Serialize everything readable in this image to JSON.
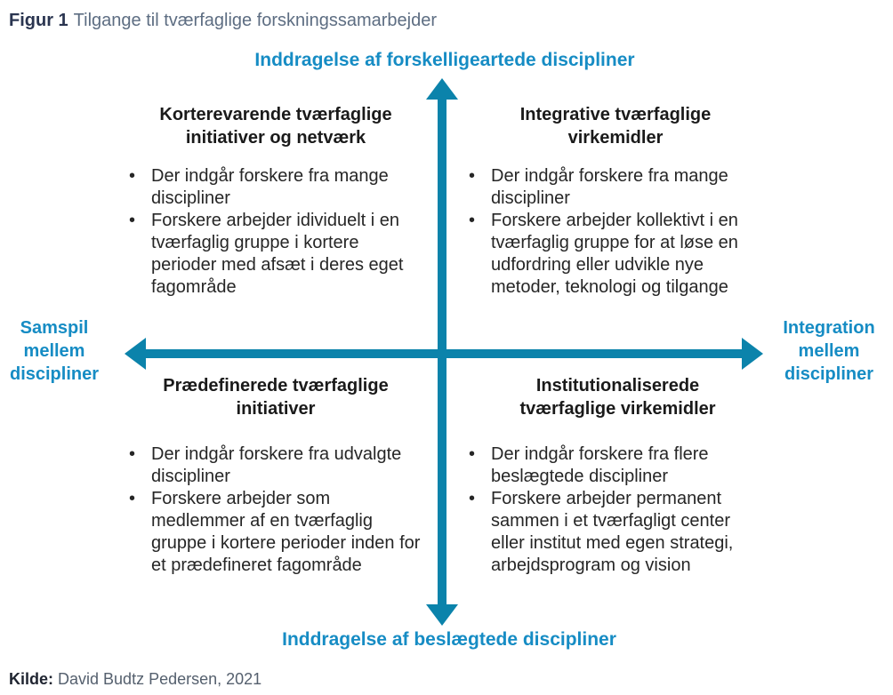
{
  "figure": {
    "label": "Figur 1",
    "title": "Tilgange til tværfaglige forskningssamarbejder"
  },
  "axes": {
    "top": "Inddragelse af forskelligeartede discipliner",
    "bottom": "Inddragelse af beslægtede discipliner",
    "left": [
      "Samspil",
      "mellem",
      "discipliner"
    ],
    "right": [
      "Integration",
      "mellem",
      "discipliner"
    ]
  },
  "quadrants": {
    "top_left": {
      "title_lines": [
        "Korterevarende tværfaglige",
        "initiativer og netværk"
      ],
      "bullets": [
        "Der indgår forskere fra mange discipliner",
        "Forskere arbejder idividuelt i en tværfaglig gruppe i kortere perioder med afsæt i deres eget fagområde"
      ]
    },
    "top_right": {
      "title_lines": [
        "Integrative tværfaglige",
        "virkemidler"
      ],
      "bullets": [
        "Der indgår forskere fra mange discipliner",
        "Forskere arbejder kollektivt i en tværfaglig gruppe for at løse en udfordring eller udvikle nye metoder, teknologi og tilgange"
      ]
    },
    "bottom_left": {
      "title_lines": [
        "Prædefinerede tværfaglige",
        "initiativer"
      ],
      "bullets": [
        "Der indgår forskere fra udvalgte discipliner",
        "Forskere arbejder som medlemmer af en tværfaglig gruppe i kortere perioder inden for et prædefineret fagområde"
      ]
    },
    "bottom_right": {
      "title_lines": [
        "Institutionaliserede",
        "tværfaglige virkemidler"
      ],
      "bullets": [
        "Der indgår forskere fra flere beslægtede discipliner",
        "Forskere arbejder permanent sammen i et tværfagligt center eller institut med egen strategi, arbejdsprogram og vision"
      ]
    }
  },
  "source": {
    "label": "Kilde:",
    "text": "David Budtz Pedersen, 2021"
  },
  "colors": {
    "arrow": "#0b83ab",
    "axis_label": "#168cc4",
    "figure_label": "#2a3550",
    "figure_title": "#5d6d82",
    "heading": "#1a1a1a",
    "body": "#262626",
    "source_text": "#55606e"
  }
}
